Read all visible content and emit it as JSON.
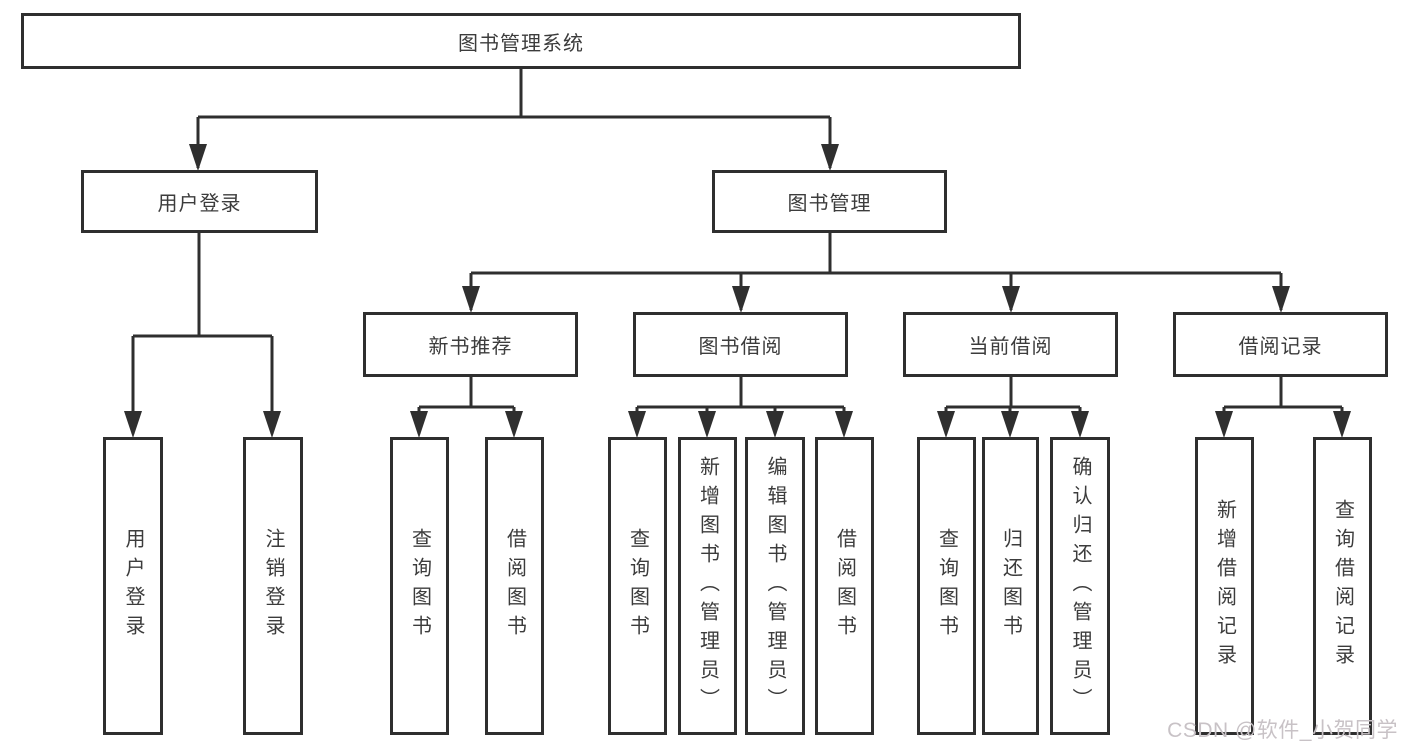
{
  "diagram": {
    "root": "图书管理系统",
    "branches": [
      {
        "label": "用户登录",
        "children": [
          "用户登录",
          "注销登录"
        ]
      },
      {
        "label": "图书管理",
        "sections": [
          {
            "label": "新书推荐",
            "children": [
              "查询图书",
              "借阅图书"
            ]
          },
          {
            "label": "图书借阅",
            "children": [
              "查询图书",
              "新增图书（管理员）",
              "编辑图书（管理员）",
              "借阅图书"
            ]
          },
          {
            "label": "当前借阅",
            "children": [
              "查询图书",
              "归还图书",
              "确认归还（管理员）"
            ]
          },
          {
            "label": "借阅记录",
            "children": [
              "新增借阅记录",
              "查询借阅记录"
            ]
          }
        ]
      }
    ]
  },
  "watermark": "CSDN @软件_小贺同学",
  "colors": {
    "line": "#2f2f2f",
    "text": "#3c3c3c",
    "box_background": "#ffffff",
    "watermark": "#c8c2c6",
    "page_background": "#ffffff"
  }
}
